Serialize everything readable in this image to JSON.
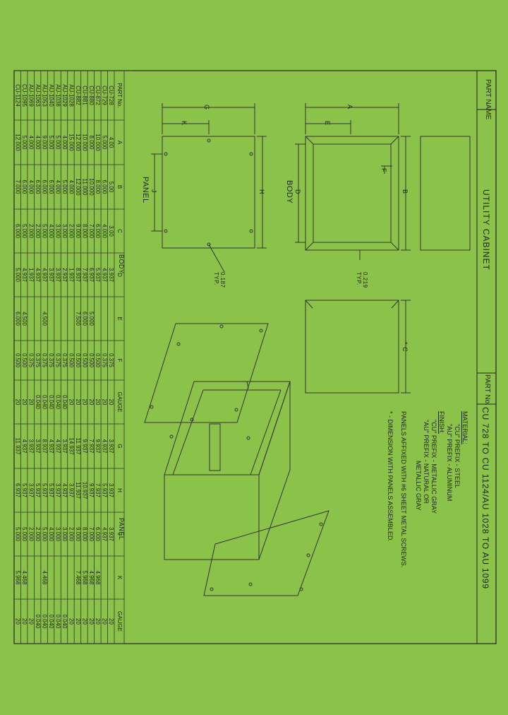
{
  "title_block": {
    "part_name_label": "PART NAME",
    "part_name": "UTILITY CABINET",
    "part_no_label": "PART No.",
    "part_no": "CU 728 TO CU 1124/AU 1028 TO AU 1099"
  },
  "notes": {
    "material_heading": "MATERIAL:",
    "material_lines": [
      "\"CU\" PREFIX  -  STEEL",
      "\"AU\" PREFIX  -  ALUMINUM"
    ],
    "finish_heading": "FINISH:",
    "finish_lines": [
      "\"CU\" PREFIX  -  METALLIC GRAY",
      "\"AU\" PREFIX  -  NATURAL OR",
      "METALLIC GRAY"
    ],
    "panel_note": "PANELS AFFIXED WITH #6 SHEET METAL SCREWS.",
    "star_note": "*  -  DIMENSION WITH PANELS ASSEMBLED."
  },
  "drawing_labels": {
    "panel": "PANEL",
    "body": "BODY",
    "typ1": "0.187 TYP.",
    "typ2": "0.219 TYP.",
    "dim_g": "G",
    "dim_k": "K",
    "dim_h": "H",
    "dim_j": "J",
    "dim_a": "A",
    "dim_e": "E",
    "dim_b": "B",
    "dim_d": "D",
    "dim_f": "F",
    "dim_c": "* C"
  },
  "table": {
    "group_body": "BODY",
    "group_panel": "PANEL",
    "headers": [
      "PART No.",
      "A",
      "B",
      "C",
      "D",
      "E",
      "F",
      "GAUGE",
      "G",
      "H",
      "J",
      "K",
      "GAUGE"
    ],
    "rows": [
      [
        "CU-728",
        "4.00",
        "5.00",
        "3.00",
        "3.937",
        "",
        "0.375",
        "20",
        "3.937",
        "3.937",
        "3.937",
        "",
        "20"
      ],
      [
        "CU-729",
        "5.000",
        "6.000",
        "4.000",
        "4.937",
        "",
        "0.375",
        "20",
        "4.937",
        "5.937",
        "4.937",
        "",
        "20"
      ],
      [
        "CU-872",
        "10.000",
        "8.000",
        "6.000",
        "5.937",
        "",
        "0.500",
        "20",
        "9.937",
        "7.937",
        "6.000",
        "4.968",
        "20"
      ],
      [
        "CU-880",
        "8.000",
        "10.000",
        "7.000",
        "6.937",
        "5.000",
        "0.500",
        "20",
        "7.937",
        "9.937",
        "7.000",
        "4.968",
        "20"
      ],
      [
        "CU-881",
        "10.000",
        "11.000",
        "8.000",
        "7.937",
        "6.000",
        "0.500",
        "20",
        "9.937",
        "10.937",
        "8.000",
        "5.968",
        "20"
      ],
      [
        "CU-882",
        "12.000",
        "12.000",
        "9.000",
        "8.937",
        "7.500",
        "0.500",
        "20",
        "11.937",
        "11.937",
        "9.000",
        "7.468",
        "20"
      ],
      [
        "AU-1028",
        "15.000",
        "4.000",
        "2.000",
        "1.937",
        "",
        "0.500",
        "20",
        "14.937",
        "3.937",
        "2.000",
        "",
        "20"
      ],
      [
        "AU-1029",
        "4.000",
        "5.000",
        "3.000",
        "2.937",
        "",
        "0.375",
        "0.040",
        "3.937",
        "4.937",
        "3.000",
        "",
        "0.040"
      ],
      [
        "AU-1038",
        "5.000",
        "4.000",
        "3.000",
        "3.937",
        "",
        "0.375",
        "0.040",
        "4.937",
        "3.937",
        "3.000",
        "",
        "0.040"
      ],
      [
        "AU-1040",
        "5.000",
        "6.000",
        "4.000",
        "3.937",
        "",
        "0.375",
        "0.040",
        "4.937",
        "5.937",
        "4.000",
        "",
        "0.040"
      ],
      [
        "AU-1053",
        "9.000",
        "6.000",
        "5.000",
        "4.937",
        "4.500",
        "0.375",
        "0.040",
        "8.937",
        "5.937",
        "5.000",
        "4.468",
        "0.040"
      ],
      [
        "AU-1063",
        "4.000",
        "6.000",
        "2.000",
        "4.937",
        "",
        "0.375",
        "0.040",
        "3.937",
        "5.937",
        "2.000",
        "",
        "0.040"
      ],
      [
        "AU-1069",
        "4.000",
        "4.000",
        "2.000",
        "1.937",
        "",
        "0.375",
        "20",
        "3.937",
        "3.937",
        "2.000",
        "",
        "20"
      ],
      [
        "CU-1095",
        "5.000",
        "6.000",
        "5.000",
        "4.937",
        "4.500",
        "0.500",
        "20",
        "4.937",
        "5.937",
        "5.000",
        "4.468",
        "20"
      ],
      [
        "CU-1124",
        "12.000",
        "7.000",
        "6.000",
        "5.000",
        "6.000",
        "0.500",
        "20",
        "11.937",
        "6.937",
        "5.000",
        "5.968",
        "20"
      ]
    ]
  },
  "colors": {
    "background": "#8bc34a",
    "ink": "#222222"
  }
}
